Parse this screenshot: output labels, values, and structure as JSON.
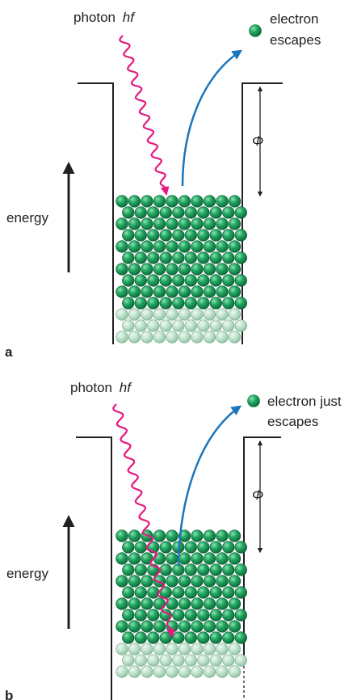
{
  "panels": [
    {
      "id": "a",
      "panel_label": "a",
      "photon_label": "photon",
      "photon_symbol": "hf",
      "electron_label_line1": "electron",
      "electron_label_line2": "escapes",
      "work_function_symbol": "Φ",
      "energy_label": "energy",
      "photon_absorbed_at": "top layer"
    },
    {
      "id": "b",
      "panel_label": "b",
      "photon_label": "photon",
      "photon_symbol": "hf",
      "electron_label_line1": "electron just",
      "electron_label_line2": "escapes",
      "work_function_symbol": "Φ",
      "energy_label": "energy",
      "photon_absorbed_at": "deeper layer"
    }
  ],
  "colors": {
    "photon": "#e5197f",
    "electron_path": "#1a75bb",
    "electron_fill": "#1b9a5a",
    "electron_dim": "#b7dcc5",
    "well_line": "#231f20"
  },
  "icons": {
    "electron": "green-sphere",
    "photon": "wavy-arrow",
    "escape_path": "curved-arrow"
  }
}
